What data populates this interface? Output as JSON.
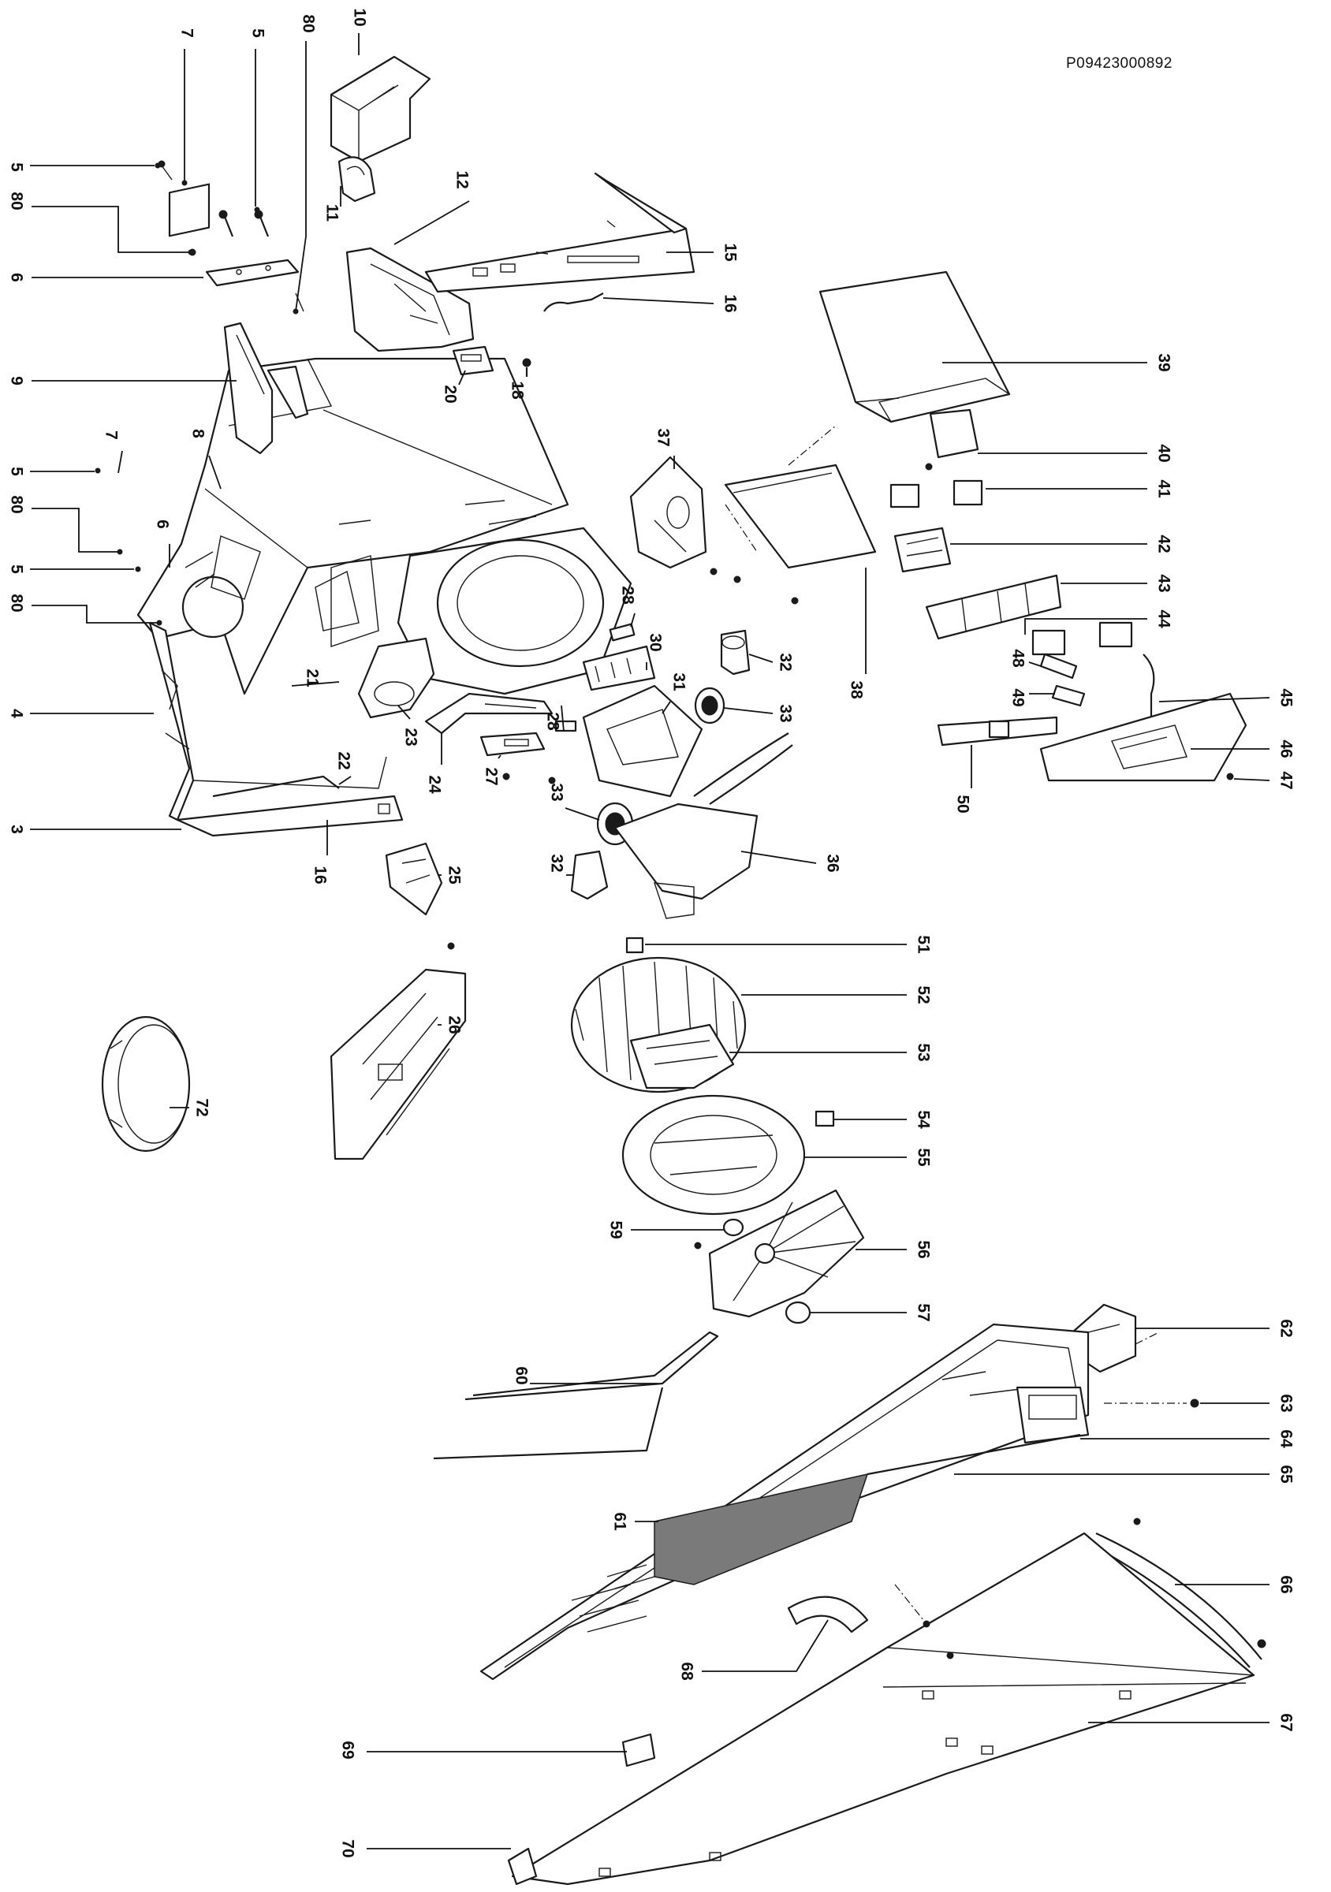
{
  "document": {
    "code": "P09423000892"
  },
  "callouts": [
    {
      "n": "7"
    },
    {
      "n": "5"
    },
    {
      "n": "80"
    },
    {
      "n": "10"
    },
    {
      "n": "5"
    },
    {
      "n": "80"
    },
    {
      "n": "11"
    },
    {
      "n": "6"
    },
    {
      "n": "12"
    },
    {
      "n": "15"
    },
    {
      "n": "16"
    },
    {
      "n": "9"
    },
    {
      "n": "18"
    },
    {
      "n": "20"
    },
    {
      "n": "8"
    },
    {
      "n": "39"
    },
    {
      "n": "5"
    },
    {
      "n": "7"
    },
    {
      "n": "80"
    },
    {
      "n": "6"
    },
    {
      "n": "5"
    },
    {
      "n": "80"
    },
    {
      "n": "4"
    },
    {
      "n": "3"
    },
    {
      "n": "37"
    },
    {
      "n": "41"
    },
    {
      "n": "40"
    },
    {
      "n": "42"
    },
    {
      "n": "43"
    },
    {
      "n": "44"
    },
    {
      "n": "28"
    },
    {
      "n": "30"
    },
    {
      "n": "31"
    },
    {
      "n": "32"
    },
    {
      "n": "33"
    },
    {
      "n": "38"
    },
    {
      "n": "48"
    },
    {
      "n": "49"
    },
    {
      "n": "45"
    },
    {
      "n": "46"
    },
    {
      "n": "47"
    },
    {
      "n": "50"
    },
    {
      "n": "21"
    },
    {
      "n": "23"
    },
    {
      "n": "24"
    },
    {
      "n": "28"
    },
    {
      "n": "27"
    },
    {
      "n": "33"
    },
    {
      "n": "22"
    },
    {
      "n": "16"
    },
    {
      "n": "32"
    },
    {
      "n": "36"
    },
    {
      "n": "25"
    },
    {
      "n": "51"
    },
    {
      "n": "52"
    },
    {
      "n": "53"
    },
    {
      "n": "26"
    },
    {
      "n": "72"
    },
    {
      "n": "54"
    },
    {
      "n": "55"
    },
    {
      "n": "59"
    },
    {
      "n": "56"
    },
    {
      "n": "57"
    },
    {
      "n": "62"
    },
    {
      "n": "60"
    },
    {
      "n": "63"
    },
    {
      "n": "64"
    },
    {
      "n": "65"
    },
    {
      "n": "61"
    },
    {
      "n": "66"
    },
    {
      "n": "68"
    },
    {
      "n": "67"
    },
    {
      "n": "69"
    },
    {
      "n": "70"
    }
  ]
}
